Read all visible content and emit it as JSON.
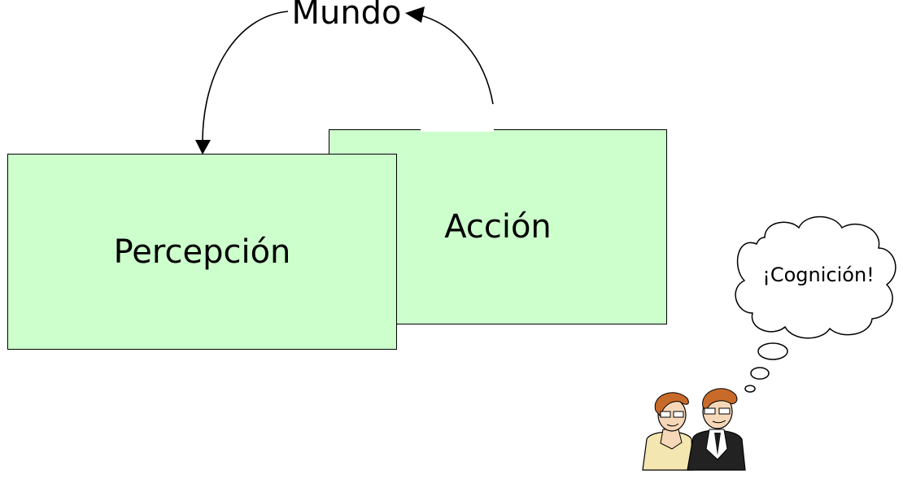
{
  "diagram": {
    "top_label": "Mundo",
    "nodes": {
      "accion": "Acción",
      "percepcion": "Percepción"
    },
    "thought_bubble": "¡Cognición!",
    "colors": {
      "box_fill": "#ccffcc",
      "stroke": "#000000"
    },
    "figures": "two-people-thinking-clipart"
  }
}
